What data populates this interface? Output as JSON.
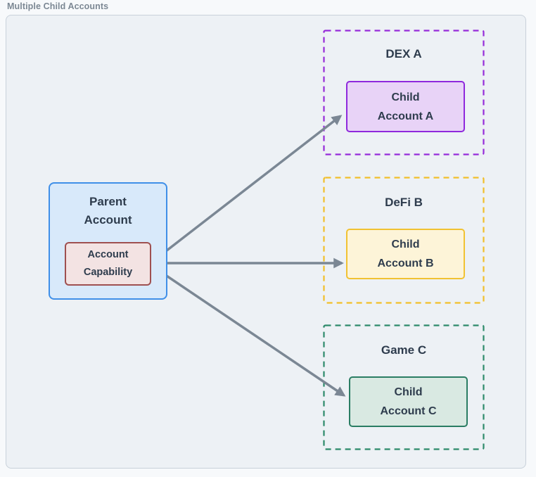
{
  "diagram": {
    "title": "Multiple Child Accounts",
    "parent": {
      "label_lines": [
        "Parent",
        "Account"
      ],
      "capability_lines": [
        "Account",
        "Capability"
      ]
    },
    "environments": [
      {
        "name": "DEX A",
        "child_lines": [
          "Child",
          "Account A"
        ]
      },
      {
        "name": "DeFi B",
        "child_lines": [
          "Child",
          "Account B"
        ]
      },
      {
        "name": "Game C",
        "child_lines": [
          "Child",
          "Account C"
        ]
      }
    ]
  },
  "colors": {
    "page-bg": "#f7f9fb",
    "frame-bg": "#edf1f5",
    "frame-border": "#c8d1da",
    "title-text": "#7c8894",
    "text": "#2e3c4d",
    "parent-fill": "#d8e9fa",
    "parent-border": "#3f8fe8",
    "capability-fill": "#f3e3e3",
    "capability-border": "#9f5050",
    "env-a-border": "#962bd9",
    "child-a-fill": "#e8d3f7",
    "child-a-border": "#8f29dc",
    "env-b-border": "#f1bf29",
    "child-b-fill": "#fdf4d8",
    "child-b-border": "#f1c232",
    "env-c-border": "#2d8a6a",
    "child-c-fill": "#d9e9e2",
    "child-c-border": "#2a7d63",
    "arrow": "#7b8794"
  }
}
